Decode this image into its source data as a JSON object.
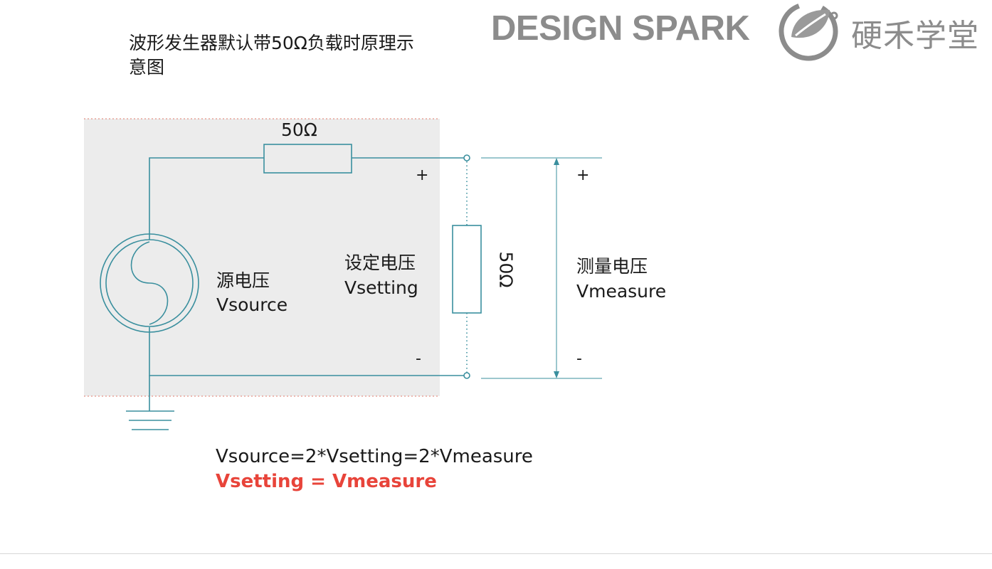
{
  "title": "波形发生器默认带50Ω负载时原理示意图",
  "brand": {
    "designspark": "DESIGN SPARK",
    "yinghe": "硬禾学堂"
  },
  "circuit": {
    "series_resistor_label": "50Ω",
    "load_resistor_label": "50Ω",
    "source_label_cn": "源电压",
    "source_label_en": "Vsource",
    "setting_label_cn": "设定电压",
    "setting_label_en": "Vsetting",
    "measure_label_cn": "测量电压",
    "measure_label_en": "Vmeasure",
    "plus_sign": "+",
    "minus_sign": "-"
  },
  "equations": {
    "line1": "Vsource=2*Vsetting=2*Vmeasure",
    "line2": "Vsetting = Vmeasure"
  },
  "colors": {
    "wire": "#3a8f9e",
    "highlight": "#e8443a",
    "box_fill": "#ececec",
    "box_border": "#e07a6a",
    "brand_gray": "#8c8c8c"
  }
}
